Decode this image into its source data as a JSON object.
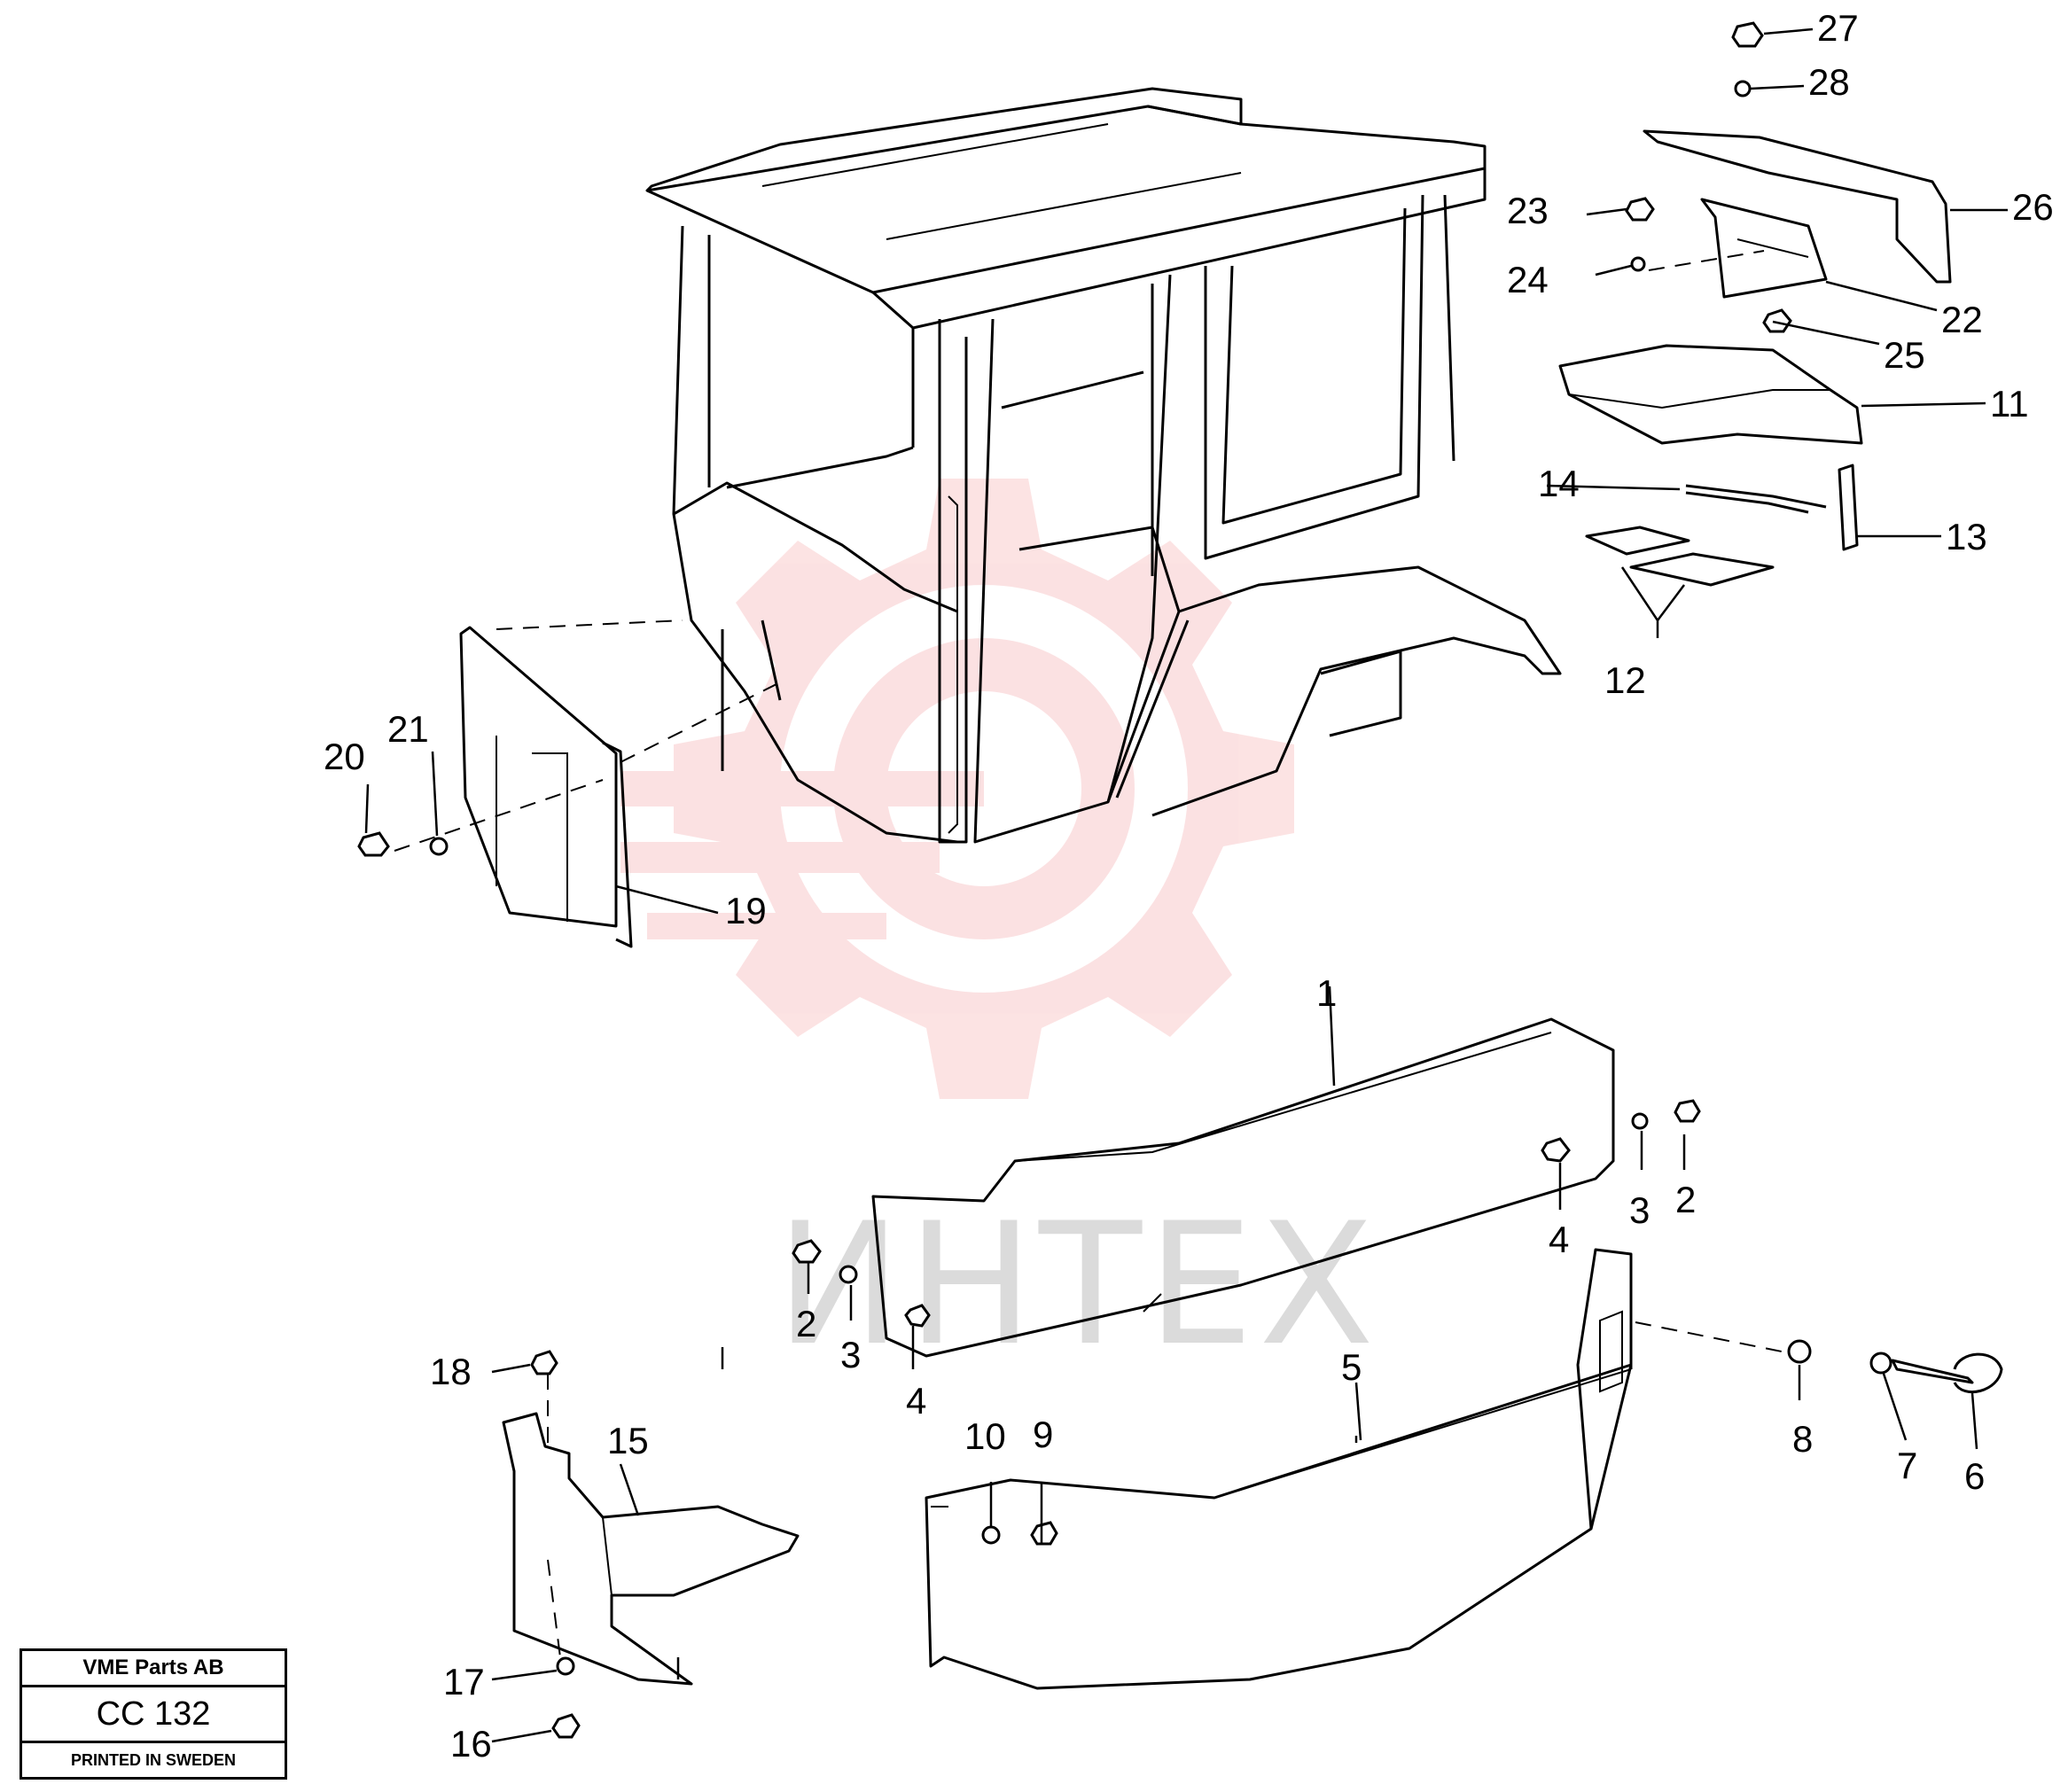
{
  "title_block": {
    "company": "VME Parts AB",
    "drawing_code": "CC 132",
    "printed": "PRINTED IN SWEDEN"
  },
  "watermark": {
    "text": "ИНТЕХ",
    "color": "#e8232a"
  },
  "callouts": {
    "c1": "1",
    "c2a": "2",
    "c2b": "2",
    "c3a": "3",
    "c3b": "3",
    "c4a": "4",
    "c4b": "4",
    "c5": "5",
    "c6": "6",
    "c7": "7",
    "c8": "8",
    "c9": "9",
    "c10": "10",
    "c11": "11",
    "c12": "12",
    "c13": "13",
    "c14": "14",
    "c15": "15",
    "c16": "16",
    "c17": "17",
    "c18": "18",
    "c19": "19",
    "c20": "20",
    "c21": "21",
    "c22": "22",
    "c23": "23",
    "c24": "24",
    "c25": "25",
    "c26": "26",
    "c27": "27",
    "c28": "28"
  }
}
